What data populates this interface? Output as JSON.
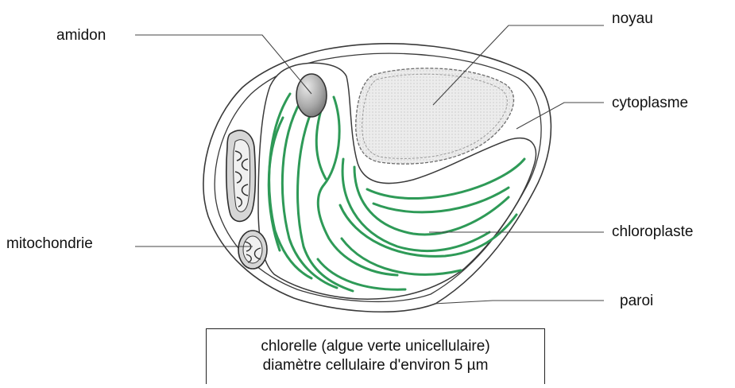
{
  "labels": {
    "amidon": "amidon",
    "noyau": "noyau",
    "cytoplasme": "cytoplasme",
    "mitochondrie": "mitochondrie",
    "chloroplaste": "chloroplaste",
    "paroi": "paroi"
  },
  "caption": {
    "line1": "chlorelle (algue verte unicellulaire)",
    "line2": "diamètre cellulaire d'environ 5 µm"
  },
  "colors": {
    "outline": "#3a3a3a",
    "thylakoid": "#2e9a57",
    "nucleus_fill": "#e6e6e6",
    "starch_fill": "#9a9a9a",
    "leader_line": "#444444"
  }
}
